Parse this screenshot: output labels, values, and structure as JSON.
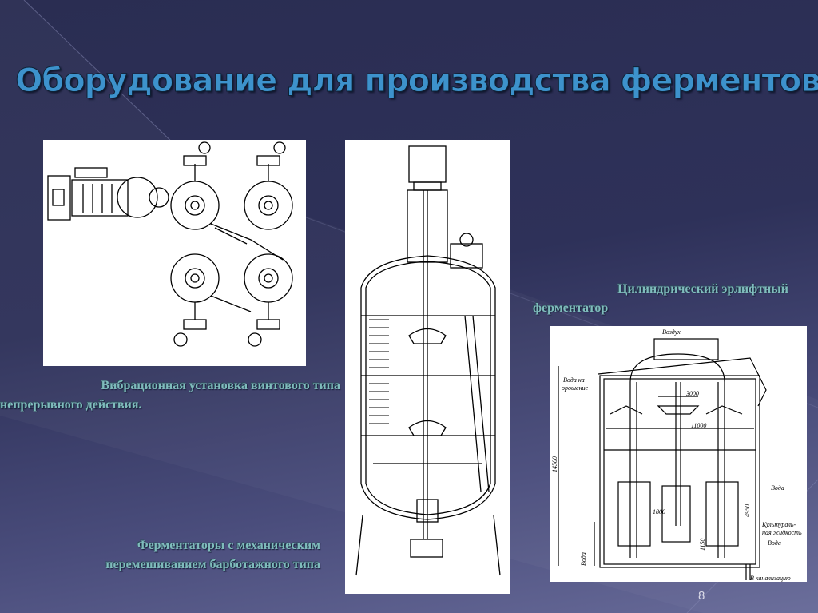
{
  "slide": {
    "title": "Оборудование для производства ферментов.",
    "page_number": "8"
  },
  "figures": [
    {
      "caption_line1": "Вибрационная установка винтового типа",
      "caption_line2": "непрерывного действия."
    },
    {
      "caption_line1": "Ферментаторы с механическим",
      "caption_line2": "перемешиванием барботажного типа"
    },
    {
      "caption_line1": "Цилиндрический эрлифтный",
      "caption_line2": "ферментатор",
      "labels": {
        "air": "Воздух",
        "irrigation_water_1": "Вода на",
        "irrigation_water_2": "орошение",
        "dim_3000": "3000",
        "dim_11000": "11000",
        "dim_14500": "14500",
        "dim_1800": "1800",
        "dim_4950": "4950",
        "dim_1150": "1150",
        "water_right": "Вода",
        "culture_liquid_1": "Культураль-",
        "culture_liquid_2": "ная жидкость",
        "water_right_lower": "Вода",
        "water_left": "Вода",
        "to_sewer": "В канализацию"
      }
    }
  ],
  "colors": {
    "title": "#3d92cc",
    "caption": "#7fbcbc",
    "background_top": "#2a2d52",
    "background_bottom": "#676a98"
  }
}
